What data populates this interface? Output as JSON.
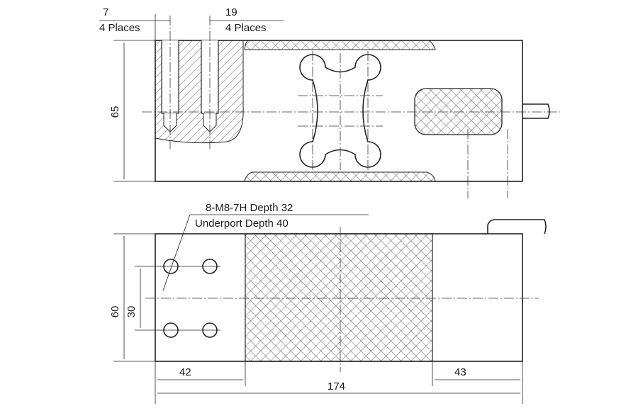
{
  "drawing": {
    "top_view": {
      "dim_hole_diameter": "7",
      "dim_hole_diameter_note": "4 Places",
      "dim_hole_spacing": "19",
      "dim_hole_spacing_note": "4 Places",
      "dim_height": "65"
    },
    "bottom_view": {
      "thread_note": "8-M8-7H Depth 32",
      "underport_note": "Underport  Depth 40",
      "dim_width": "60",
      "dim_hole_pitch": "30",
      "dim_left_pad": "42",
      "dim_right_pad": "43",
      "dim_total_length": "174"
    },
    "colors": {
      "line": "#222222",
      "background": "#ffffff"
    }
  }
}
